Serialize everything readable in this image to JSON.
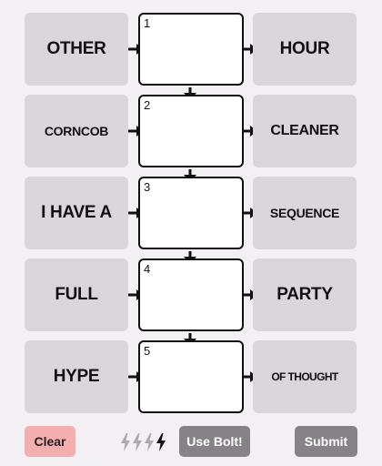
{
  "rows": [
    {
      "left": "OTHER",
      "slot": "1",
      "right": "HOUR"
    },
    {
      "left": "CORNCOB",
      "slot": "2",
      "right": "CLEANER"
    },
    {
      "left": "I HAVE A",
      "slot": "3",
      "right": "SEQUENCE"
    },
    {
      "left": "FULL",
      "slot": "4",
      "right": "PARTY"
    },
    {
      "left": "HYPE",
      "slot": "5",
      "right": "OF THOUGHT"
    }
  ],
  "controls": {
    "clear_label": "Clear",
    "use_bolt_label": "Use Bolt!",
    "submit_label": "Submit"
  },
  "bolts": {
    "total": 4,
    "remaining": 1
  },
  "icons": {
    "bolt": "lightning-bolt-icon",
    "arrow_right": "arrow-right-icon",
    "arrow_down": "arrow-down-icon"
  },
  "colors": {
    "tile": "#d8d6d8",
    "clear": "#f4aeae",
    "button": "#858385",
    "bolt_used": "#aaaaaa",
    "bolt_active": "#111111"
  }
}
